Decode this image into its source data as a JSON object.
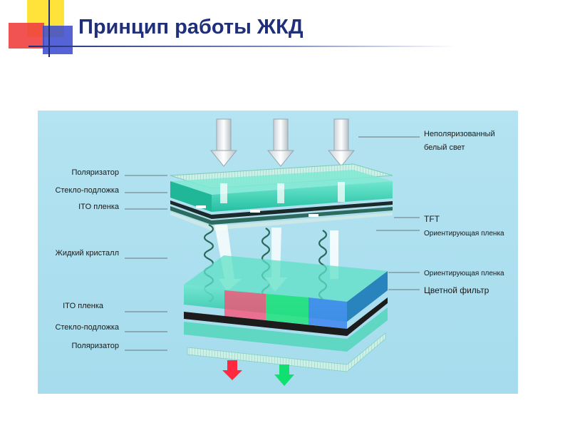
{
  "slide": {
    "title": "Принцип работы ЖКД"
  },
  "labels": {
    "left": {
      "polarizer_top": "Поляризатор",
      "glass_top": "Стекло-подложка",
      "ito_top": "ITO пленка",
      "liquid_crystal": "Жидкий кристалл",
      "ito_bottom": "ITO пленка",
      "glass_bottom": "Стекло-подложка",
      "polarizer_bottom": "Поляризатор"
    },
    "right": {
      "light_line1": "Неполяризованный",
      "light_line2": "белый свет",
      "tft": "TFT",
      "orient_top": "Ориентирующая пленка",
      "orient_bottom": "Ориентирующая пленка",
      "color_filter": "Цветной фильтр"
    }
  },
  "colors": {
    "title": "#1f2f7a",
    "panel_bg": "#aee0ef",
    "glass": "#3fd4b8",
    "red": "#ff2a40",
    "green": "#10e070",
    "blue": "#1f6cf0"
  }
}
